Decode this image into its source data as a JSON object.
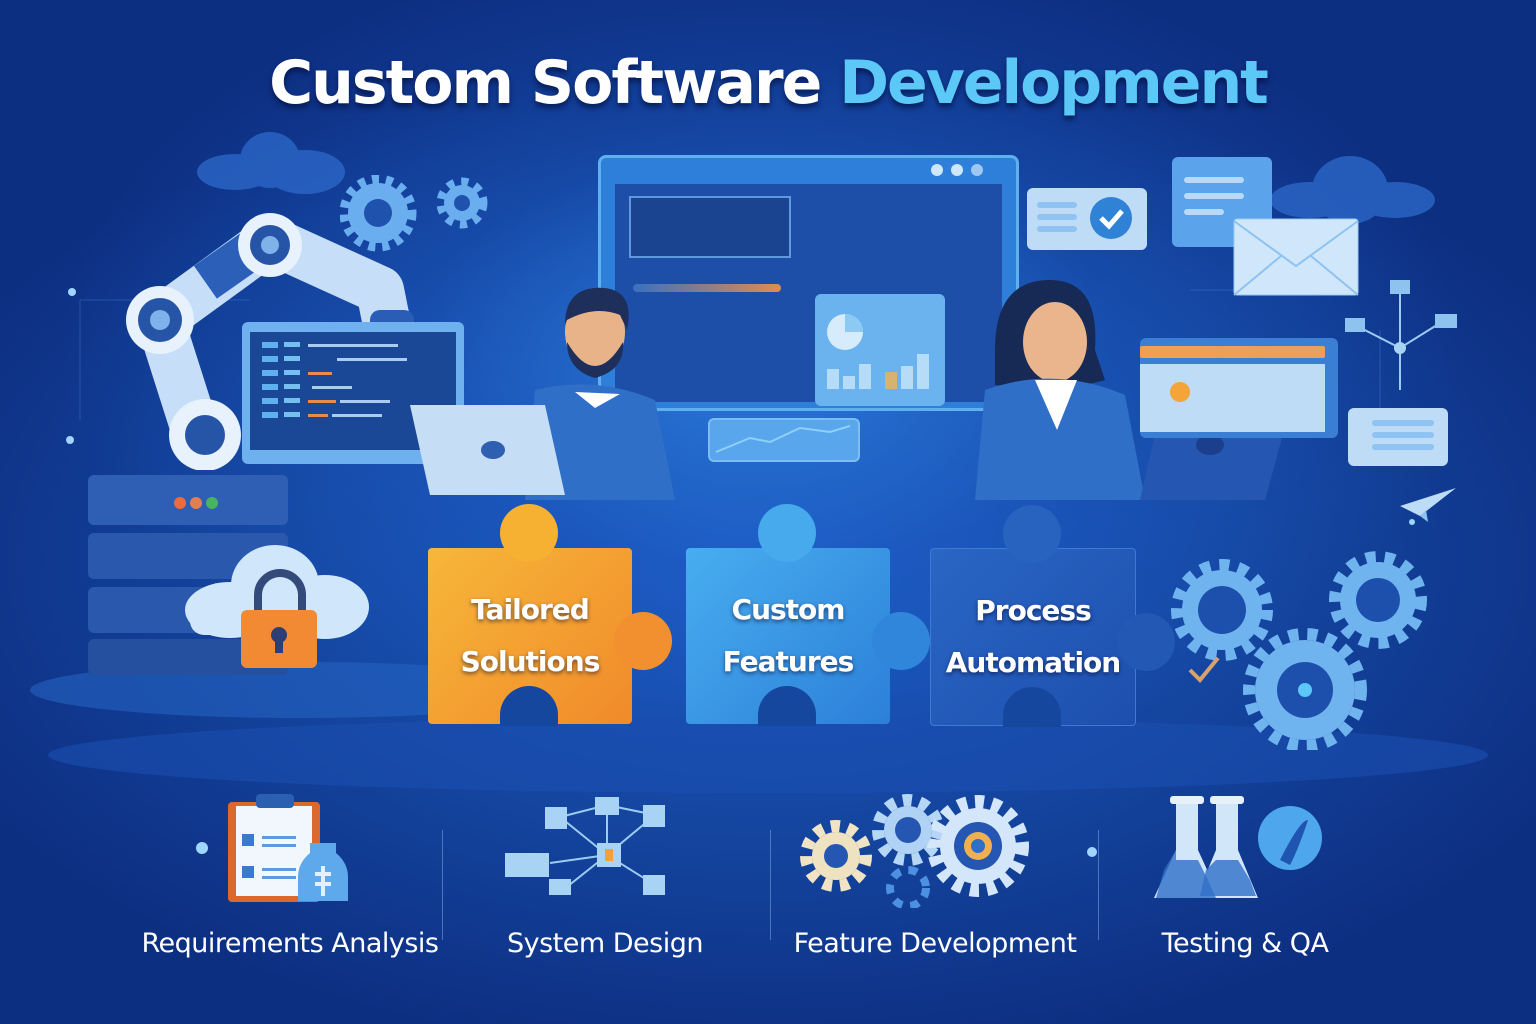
{
  "header": {
    "title_main": "Custom Software ",
    "title_accent": "Development"
  },
  "colors": {
    "background": "#0f3a96",
    "accent_text": "#5cc8f8",
    "orange": "#f5a623",
    "light_blue": "#3da3ea",
    "dark_blue": "#1f57b8"
  },
  "puzzle_pieces": [
    {
      "line1": "Tailored",
      "line2": "Solutions",
      "color": "#f5a22a"
    },
    {
      "line1": "Custom",
      "line2": "Features",
      "color": "#2f8fe2"
    },
    {
      "line1": "Process",
      "line2": "Automation",
      "color": "#1f55b5"
    }
  ],
  "features": [
    {
      "label": "Requirements Analysis",
      "icon": "clipboard-checklist-icon"
    },
    {
      "label": "System Design",
      "icon": "network-diagram-icon"
    },
    {
      "label": "Feature Development",
      "icon": "gears-icon"
    },
    {
      "label": "Testing & QA",
      "icon": "lab-flask-icon"
    }
  ],
  "illustration": {
    "left": [
      "robot-arm",
      "code-monitor",
      "server-rack",
      "cloud-lock"
    ],
    "center": [
      "developer-man-laptop",
      "dashboard-monitor",
      "developer-woman-laptop"
    ],
    "right": [
      "checkmark-card",
      "document-card",
      "envelope",
      "network-tree",
      "cloud",
      "gears",
      "paper-plane"
    ]
  }
}
